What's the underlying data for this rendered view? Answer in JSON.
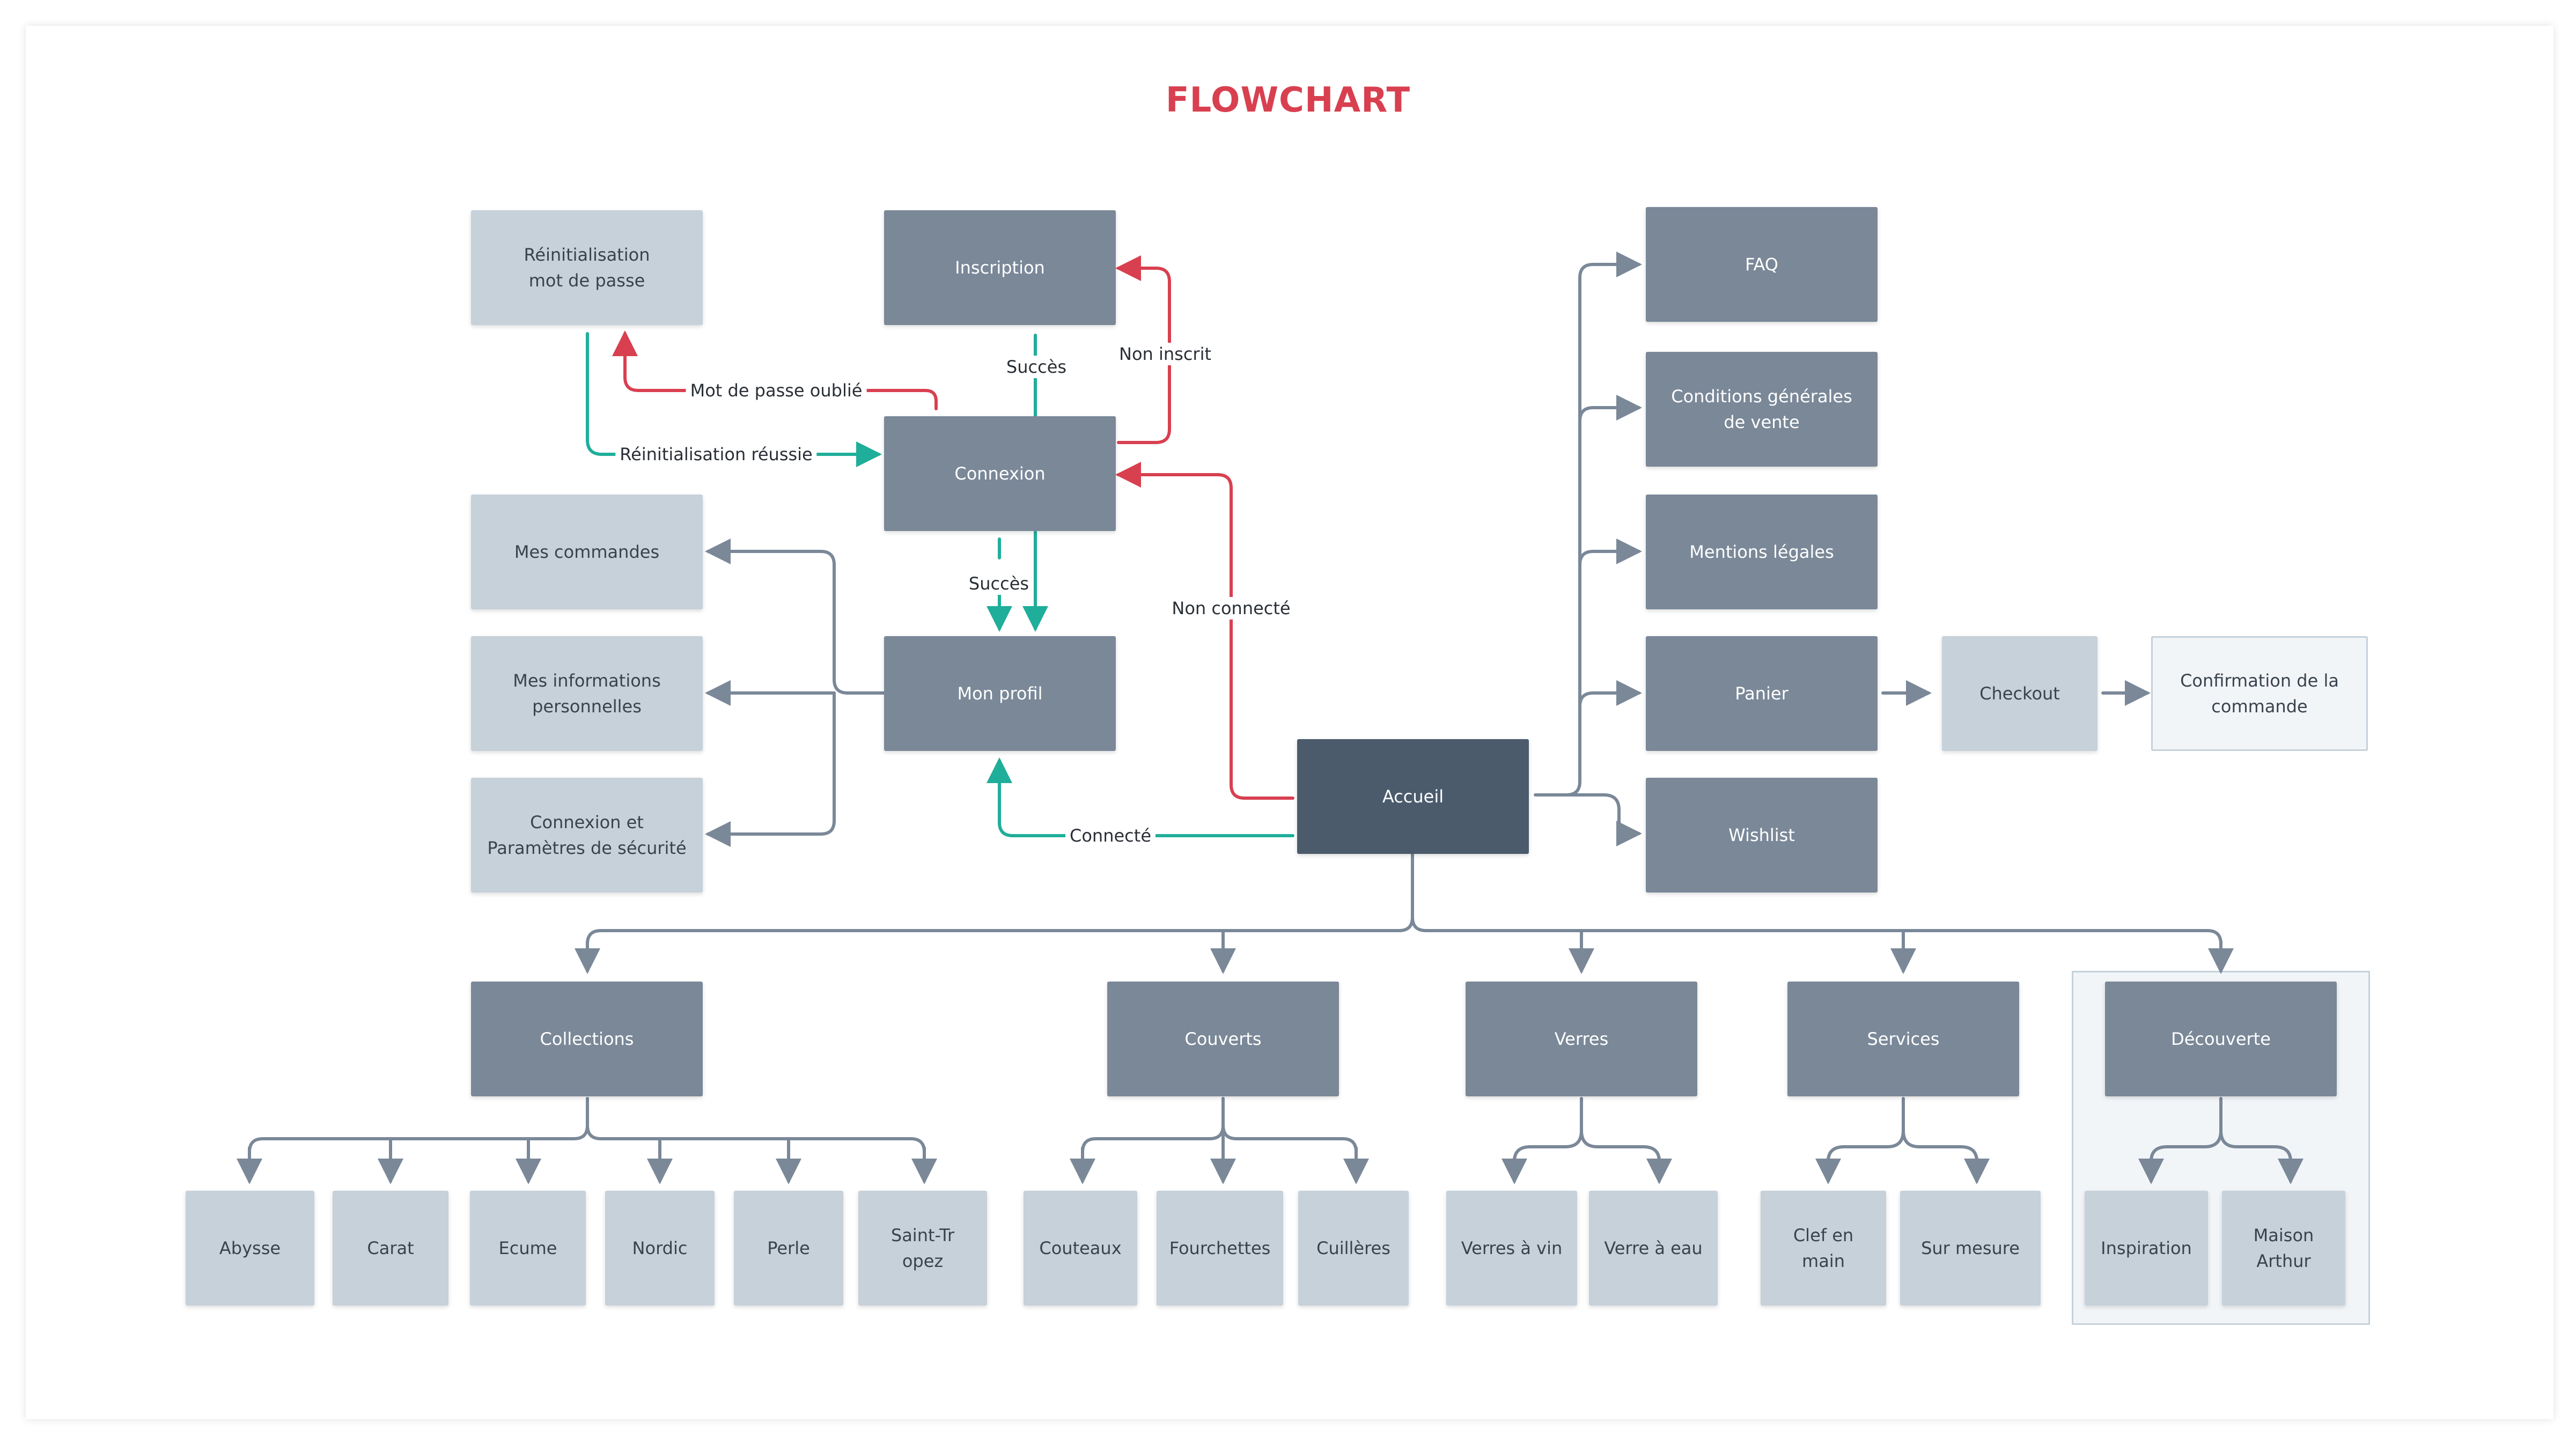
{
  "title": "FLOWCHART",
  "colors": {
    "title": "#d84050",
    "node_dark": "#4b5b6c",
    "node_mid": "#7a8898",
    "node_light": "#c6d1da",
    "edge_grey": "#7a8898",
    "edge_red": "#d84050",
    "edge_teal": "#1fae99"
  },
  "nodes": {
    "reinit": "Réinitialisation mot de passe",
    "inscription": "Inscription",
    "connexion": "Connexion",
    "mes_commandes": "Mes commandes",
    "mes_infos": "Mes informations personnelles",
    "connexion_securite": "Connexion et Paramètres de sécurité",
    "mon_profil": "Mon profil",
    "accueil": "Accueil",
    "faq": "FAQ",
    "cgv": "Conditions générales de vente",
    "mentions": "Mentions légales",
    "panier": "Panier",
    "checkout": "Checkout",
    "confirmation": "Confirmation de la commande",
    "wishlist": "Wishlist",
    "collections": "Collections",
    "couverts": "Couverts",
    "verres": "Verres",
    "services": "Services",
    "decouverte": "Découverte",
    "abysse": "Abysse",
    "carat": "Carat",
    "ecume": "Ecume",
    "nordic": "Nordic",
    "perle": "Perle",
    "saint_tropez": "Saint-Tropez",
    "couteaux": "Couteaux",
    "fourchettes": "Fourchettes",
    "cuilleres": "Cuillères",
    "verres_vin": "Verres à vin",
    "verre_eau": "Verre à eau",
    "clef_en_main": "Clef en main",
    "sur_mesure": "Sur mesure",
    "inspiration": "Inspiration",
    "maison_arthur": "Maison Arthur"
  },
  "edge_labels": {
    "mot_de_passe_oublie": "Mot de passe oublié",
    "reinit_reussie": "Réinitialisation réussie",
    "succes_inscription": "Succès",
    "non_inscrit": "Non inscrit",
    "succes_connexion": "Succès",
    "non_connecte": "Non connecté",
    "connecte": "Connecté"
  }
}
